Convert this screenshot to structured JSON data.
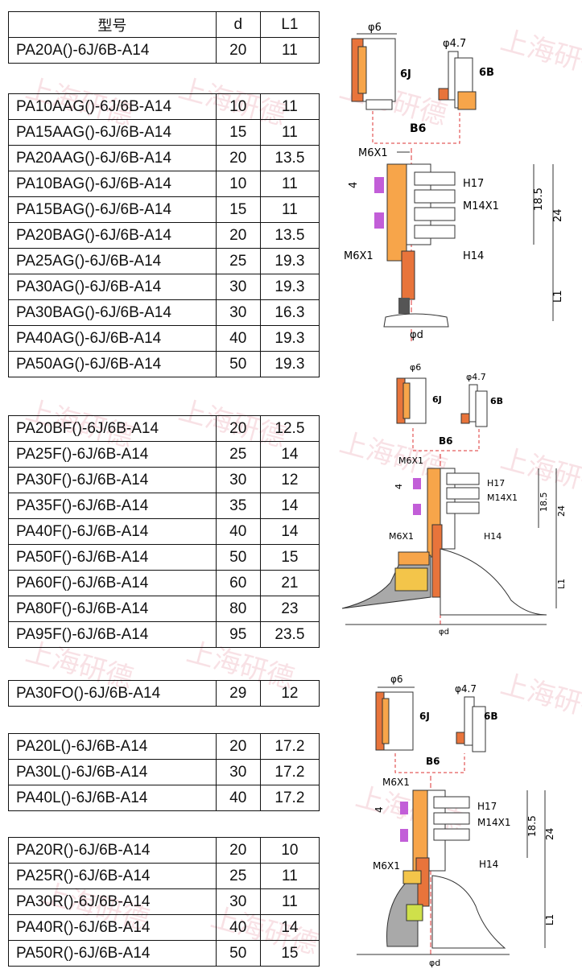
{
  "header": {
    "model": "型号",
    "d": "d",
    "l1": "L1"
  },
  "groups": [
    {
      "rows": [
        [
          "PA20A()-6J/6B-A14",
          "20",
          "11"
        ]
      ]
    },
    {
      "rows": [
        [
          "PA10AAG()-6J/6B-A14",
          "10",
          "11"
        ],
        [
          "PA15AAG()-6J/6B-A14",
          "15",
          "11"
        ],
        [
          "PA20AAG()-6J/6B-A14",
          "20",
          "13.5"
        ],
        [
          "PA10BAG()-6J/6B-A14",
          "10",
          "11"
        ],
        [
          "PA15BAG()-6J/6B-A14",
          "15",
          "11"
        ],
        [
          "PA20BAG()-6J/6B-A14",
          "20",
          "13.5"
        ],
        [
          "PA25AG()-6J/6B-A14",
          "25",
          "19.3"
        ],
        [
          "PA30AG()-6J/6B-A14",
          "30",
          "19.3"
        ],
        [
          "PA30BAG()-6J/6B-A14",
          "30",
          "16.3"
        ],
        [
          "PA40AG()-6J/6B-A14",
          "40",
          "19.3"
        ],
        [
          "PA50AG()-6J/6B-A14",
          "50",
          "19.3"
        ]
      ]
    },
    {
      "rows": [
        [
          "PA20BF()-6J/6B-A14",
          "20",
          "12.5"
        ],
        [
          "PA25F()-6J/6B-A14",
          "25",
          "14"
        ],
        [
          "PA30F()-6J/6B-A14",
          "30",
          "12"
        ],
        [
          "PA35F()-6J/6B-A14",
          "35",
          "14"
        ],
        [
          "PA40F()-6J/6B-A14",
          "40",
          "14"
        ],
        [
          "PA50F()-6J/6B-A14",
          "50",
          "15"
        ],
        [
          "PA60F()-6J/6B-A14",
          "60",
          "21"
        ],
        [
          "PA80F()-6J/6B-A14",
          "80",
          "23"
        ],
        [
          "PA95F()-6J/6B-A14",
          "95",
          "23.5"
        ]
      ]
    },
    {
      "rows": [
        [
          "PA30FO()-6J/6B-A14",
          "29",
          "12"
        ]
      ]
    },
    {
      "rows": [
        [
          "PA20L()-6J/6B-A14",
          "20",
          "17.2"
        ],
        [
          "PA30L()-6J/6B-A14",
          "30",
          "17.2"
        ],
        [
          "PA40L()-6J/6B-A14",
          "40",
          "17.2"
        ]
      ]
    },
    {
      "rows": [
        [
          "PA20R()-6J/6B-A14",
          "20",
          "10"
        ],
        [
          "PA25R()-6J/6B-A14",
          "25",
          "11"
        ],
        [
          "PA30R()-6J/6B-A14",
          "30",
          "11"
        ],
        [
          "PA40R()-6J/6B-A14",
          "40",
          "14"
        ],
        [
          "PA50R()-6J/6B-A14",
          "50",
          "15"
        ]
      ]
    }
  ],
  "drawing": {
    "phi6": "φ6",
    "phi47": "φ4.7",
    "j6": "6J",
    "b6": "6B",
    "b6mid": "B6",
    "m6": "M6X1",
    "h17": "H17",
    "m14": "M14X1",
    "h14": "H14",
    "d185": "18.5",
    "d24": "24",
    "d4": "4",
    "l1": "L1",
    "phid": "φd"
  },
  "watermark": "上海研德",
  "colors": {
    "orange": "#f7a54a",
    "darkorange": "#e8743b",
    "salmon": "#f08a6a",
    "purple": "#c25ed8",
    "gray": "#a9a9a9",
    "yellow": "#f3c54a",
    "pink": "#f1a3b5",
    "watermark": "#f4c9d1"
  }
}
